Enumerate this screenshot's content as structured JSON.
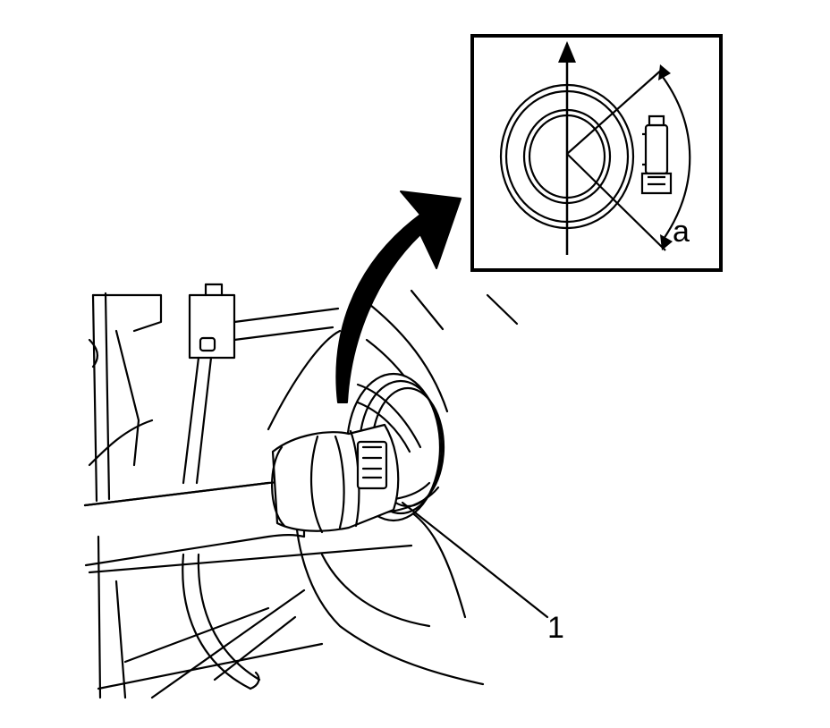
{
  "callouts": {
    "part_1": "1",
    "angle_a": "a"
  },
  "colors": {
    "stroke": "#000000",
    "fill": "#ffffff"
  },
  "icons": [
    "hose-clamp-icon",
    "rotation-arrow-icon",
    "detail-inset"
  ]
}
